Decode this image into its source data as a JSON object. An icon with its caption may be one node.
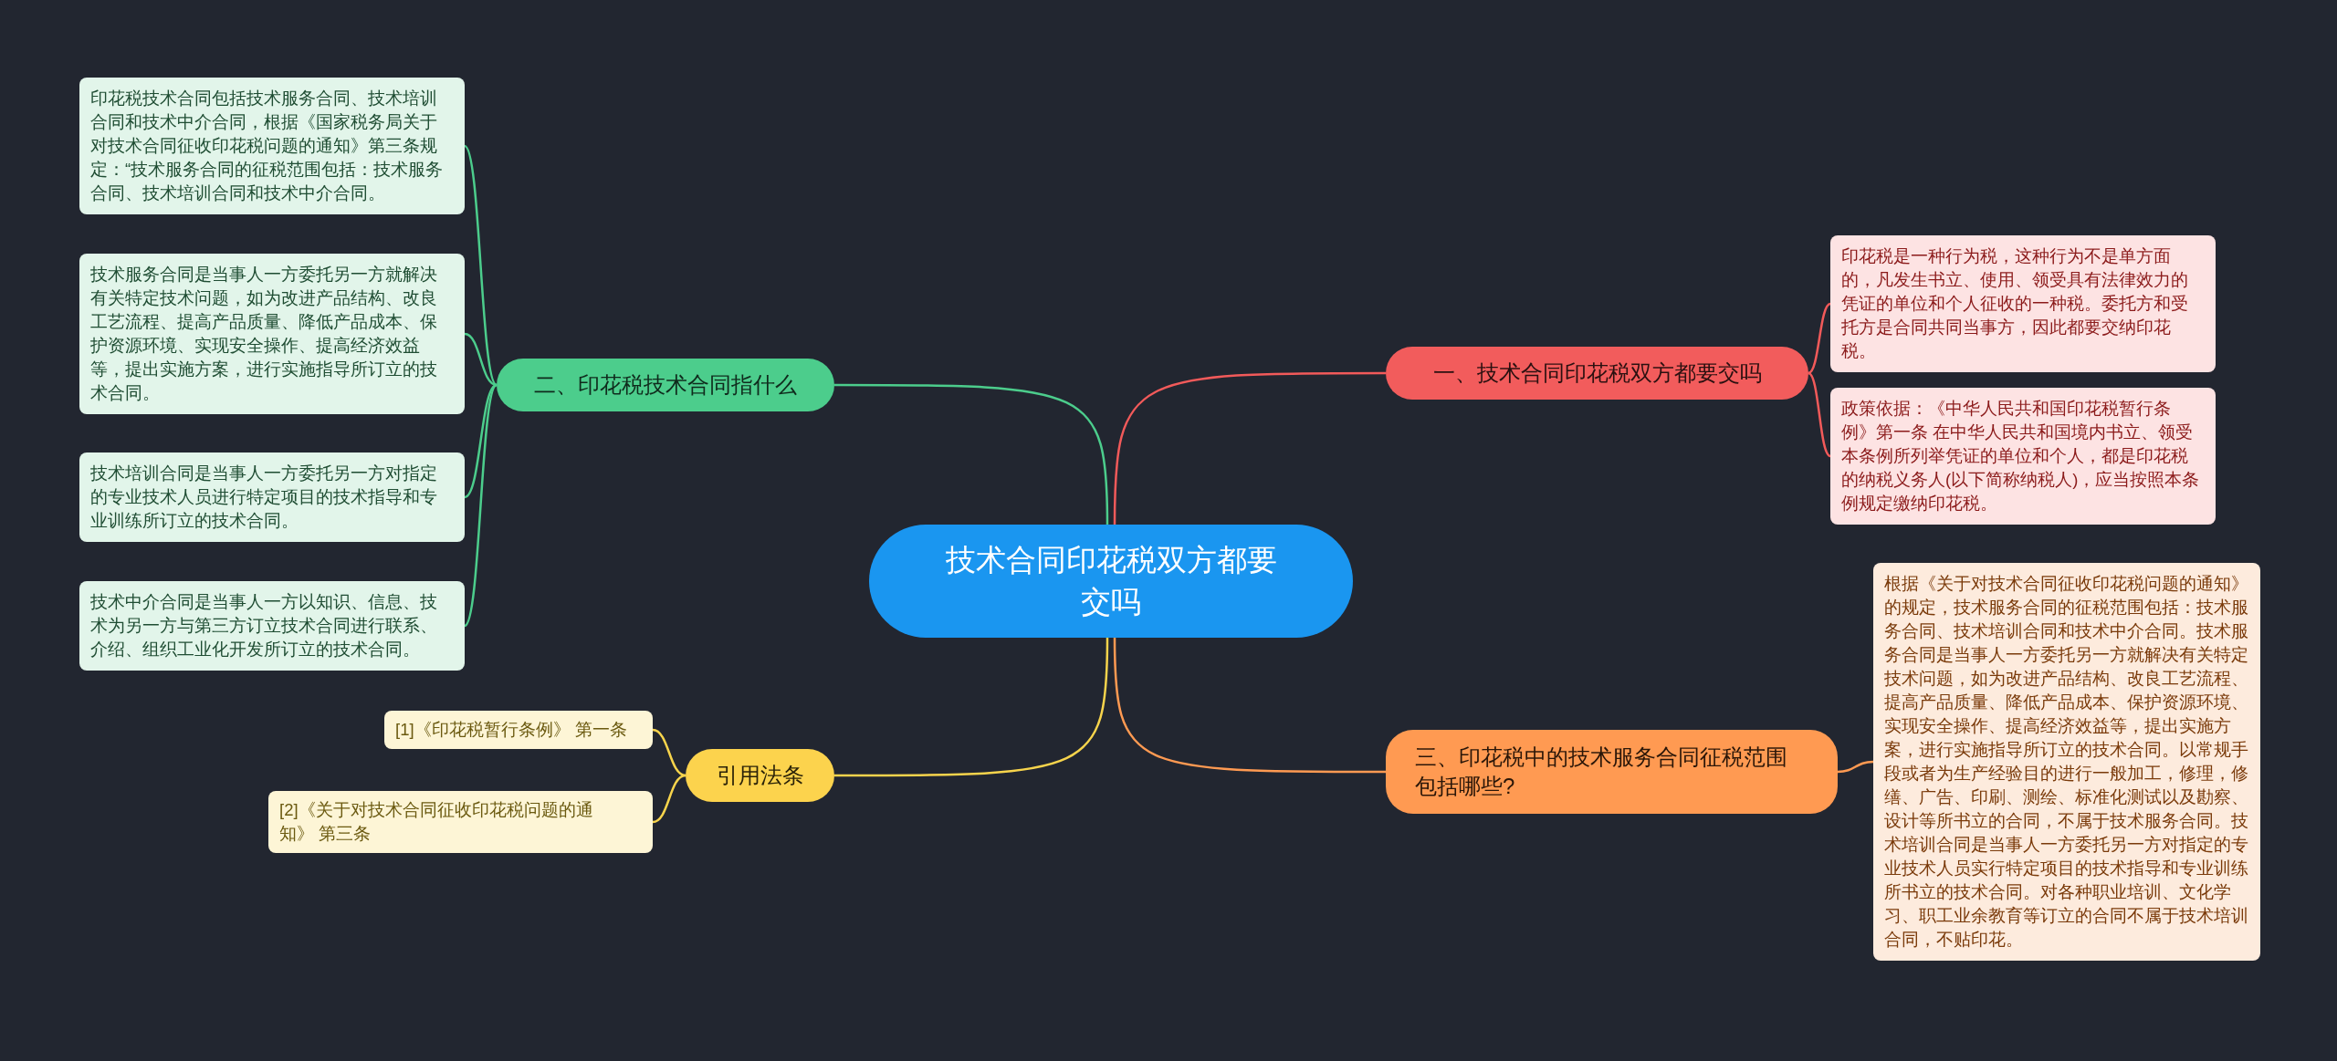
{
  "diagram": {
    "nodes": [
      {
        "text": [
          "技术合同印花税双方都要交吗"
        ]
      },
      {
        "text": [
          "一、技术合同印花税双方都要交吗"
        ]
      },
      {
        "text": [
          "印花税是一种行为税，这种行为不是单方面的，凡发生书立、使用、领受具有法律效力的凭证的单位和个人征收的一种税。委托方和受托方是合同共同当事方，因此都要交纳印花税。"
        ]
      },
      {
        "text": [
          "政策依据：《中华人民共和国印花税暂行条例》第一条 在中华人民共和国境内书立、领受本条例所列举凭证的单位和个人，都是印花税的纳税义务人(以下简称纳税人)，应当按照本条例规定缴纳印花税。"
        ]
      },
      {
        "text": [
          "三、印花税中的技术服务合同征税范围包括哪些?"
        ]
      },
      {
        "text": [
          "根据《关于对技术合同征收印花税问题的通知》的规定，技术服务合同的征税范围包括：技术服务合同、技术培训合同和技术中介合同。技术服务合同是当事人一方委托另一方就解决有关特定技术问题，如为改进产品结构、改良工艺流程、提高产品质量、降低产品成本、保护资源环境、实现安全操作、提高经济效益等，提出实施方案，进行实施指导所订立的技术合同。以常规手段或者为生产经验目的进行一般加工，修理，修缮、广告、印刷、测绘、标准化测试以及勘察、设计等所书立的合同，不属于技术服务合同。技术培训合同是当事人一方委托另一方对指定的专业技术人员实行特定项目的技术指导和专业训练所书立的技术合同。对各种职业培训、文化学习、职工业余教育等订立的合同不属于技术培训合同，不贴印花。"
        ]
      },
      {
        "text": [
          "二、印花税技术合同指什么"
        ]
      },
      {
        "text": [
          "印花税技术合同包括技术服务合同、技术培训合同和技术中介合同，根据《国家税务局关于对技术合同征收印花税问题的通知》第三条规定：“技术服务合同的征税范围包括：技术服务合同、技术培训合同和技术中介合同。"
        ]
      },
      {
        "text": [
          "技术服务合同是当事人一方委托另一方就解决有关特定技术问题，如为改进产品结构、改良工艺流程、提高产品质量、降低产品成本、保护资源环境、实现安全操作、提高经济效益等，提出实施方案，进行实施指导所订立的技术合同。"
        ]
      },
      {
        "text": [
          "技术培训合同是当事人一方委托另一方对指定的专业技术人员进行特定项目的技术指导和专业训练所订立的技术合同。"
        ]
      },
      {
        "text": [
          "技术中介合同是当事人一方以知识、信息、技术为另一方与第三方订立技术合同进行联系、介绍、组织工业化开发所订立的技术合同。"
        ]
      },
      {
        "text": [
          "引用法条"
        ]
      },
      {
        "text": [
          "[1]《印花税暂行条例》 第一条"
        ]
      },
      {
        "text": [
          "[2]《关于对技术合同征收印花税问题的通知》 第三条"
        ]
      }
    ],
    "edges": [
      {
        "from": 0,
        "to": 1,
        "arrow": "none",
        "color": "#f25a5a"
      },
      {
        "from": 1,
        "to": 2,
        "arrow": "none",
        "color": "#f25a5a"
      },
      {
        "from": 1,
        "to": 3,
        "arrow": "none",
        "color": "#f25a5a"
      },
      {
        "from": 0,
        "to": 4,
        "arrow": "none",
        "color": "#ff9a52"
      },
      {
        "from": 4,
        "to": 5,
        "arrow": "none",
        "color": "#ff9a52"
      },
      {
        "from": 0,
        "to": 6,
        "arrow": "none",
        "color": "#4ccd8c"
      },
      {
        "from": 6,
        "to": 7,
        "arrow": "none",
        "color": "#4ccd8c"
      },
      {
        "from": 6,
        "to": 8,
        "arrow": "none",
        "color": "#4ccd8c"
      },
      {
        "from": 6,
        "to": 9,
        "arrow": "none",
        "color": "#4ccd8c"
      },
      {
        "from": 6,
        "to": 10,
        "arrow": "none",
        "color": "#4ccd8c"
      },
      {
        "from": 0,
        "to": 11,
        "arrow": "none",
        "color": "#f7d44c"
      },
      {
        "from": 11,
        "to": 12,
        "arrow": "none",
        "color": "#f7d44c"
      },
      {
        "from": 11,
        "to": 13,
        "arrow": "none",
        "color": "#f7d44c"
      }
    ]
  }
}
